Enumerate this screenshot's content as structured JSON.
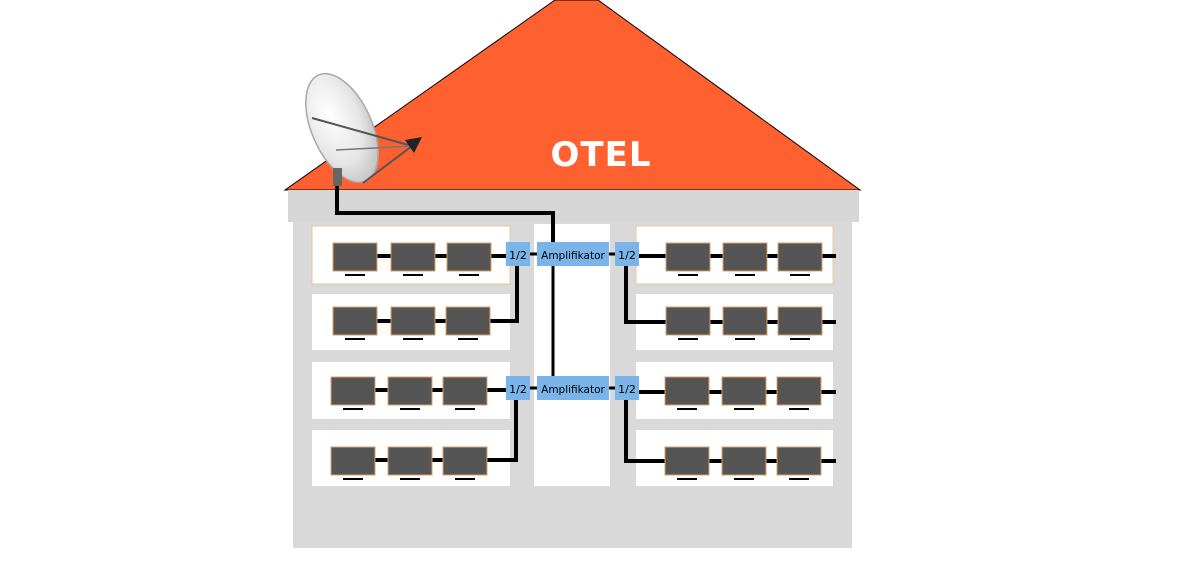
{
  "title": "OTEL",
  "amplifier_label": "Amplifikator",
  "splitter_label": "1/2",
  "colors": {
    "roof": "#ff6030",
    "wall": "#d9d9d9",
    "room": "#ffffff",
    "box": "#7ab4e8",
    "cable": "#000000",
    "tv": "#555555"
  },
  "icons": [
    "satellite-dish-icon",
    "tv-icon"
  ],
  "floors": [
    {
      "amplifier": "Amplifikator",
      "left_splitter": "1/2",
      "right_splitter": "1/2"
    },
    {
      "amplifier": "Amplifikator",
      "left_splitter": "1/2",
      "right_splitter": "1/2"
    }
  ]
}
